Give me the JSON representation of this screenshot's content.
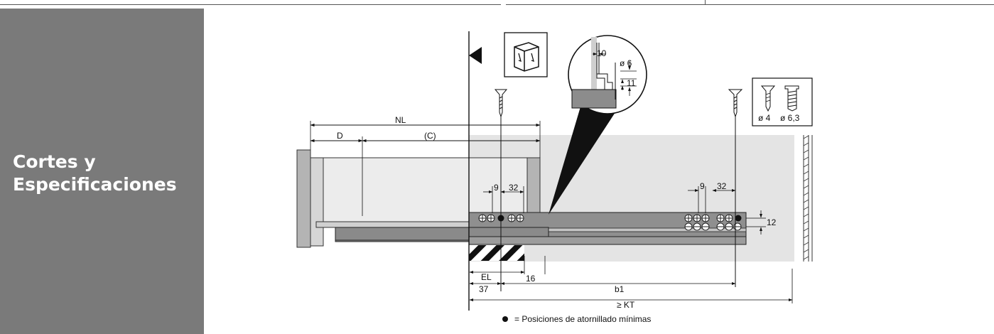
{
  "section": {
    "title_line1": "Cortes y",
    "title_line2": "Especificaciones"
  },
  "diagram": {
    "dims": {
      "nl": "NL",
      "d": "D",
      "c": "(C)",
      "gap_9": "9",
      "spacing_32": "32",
      "height_12": "12",
      "el": "EL",
      "offset_37": "37",
      "offset_16": "16",
      "b1": "b1",
      "kt": "≥ KT"
    },
    "detail": {
      "dim_10": "10",
      "dim_phi6": "ø 6",
      "dim_11": "11"
    },
    "screws": {
      "phi4": "ø 4",
      "phi63": "ø 6,3"
    },
    "legend": "= Posiciones de atornillado mínimas"
  }
}
